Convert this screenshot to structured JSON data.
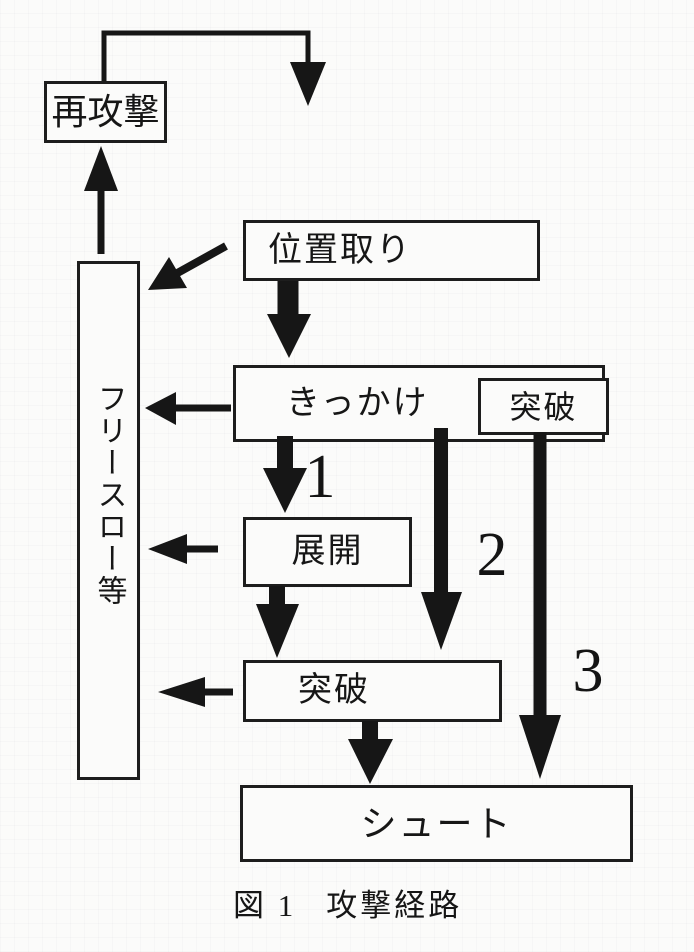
{
  "figure": {
    "nodes": {
      "reattack": "再攻撃",
      "freethrow": "フリースロー等",
      "positioning": "位置取り",
      "trigger": "きっかけ",
      "breakthrough_upper": "突破",
      "deploy": "展開",
      "breakthrough": "突破",
      "shoot": "シュート"
    },
    "route_numbers": {
      "r1": "1",
      "r2": "2",
      "r3": "3"
    },
    "caption": {
      "label": "図 1",
      "title": "攻撃経路"
    },
    "colors": {
      "ink": "#161616",
      "paper": "#fbfbfa"
    }
  }
}
